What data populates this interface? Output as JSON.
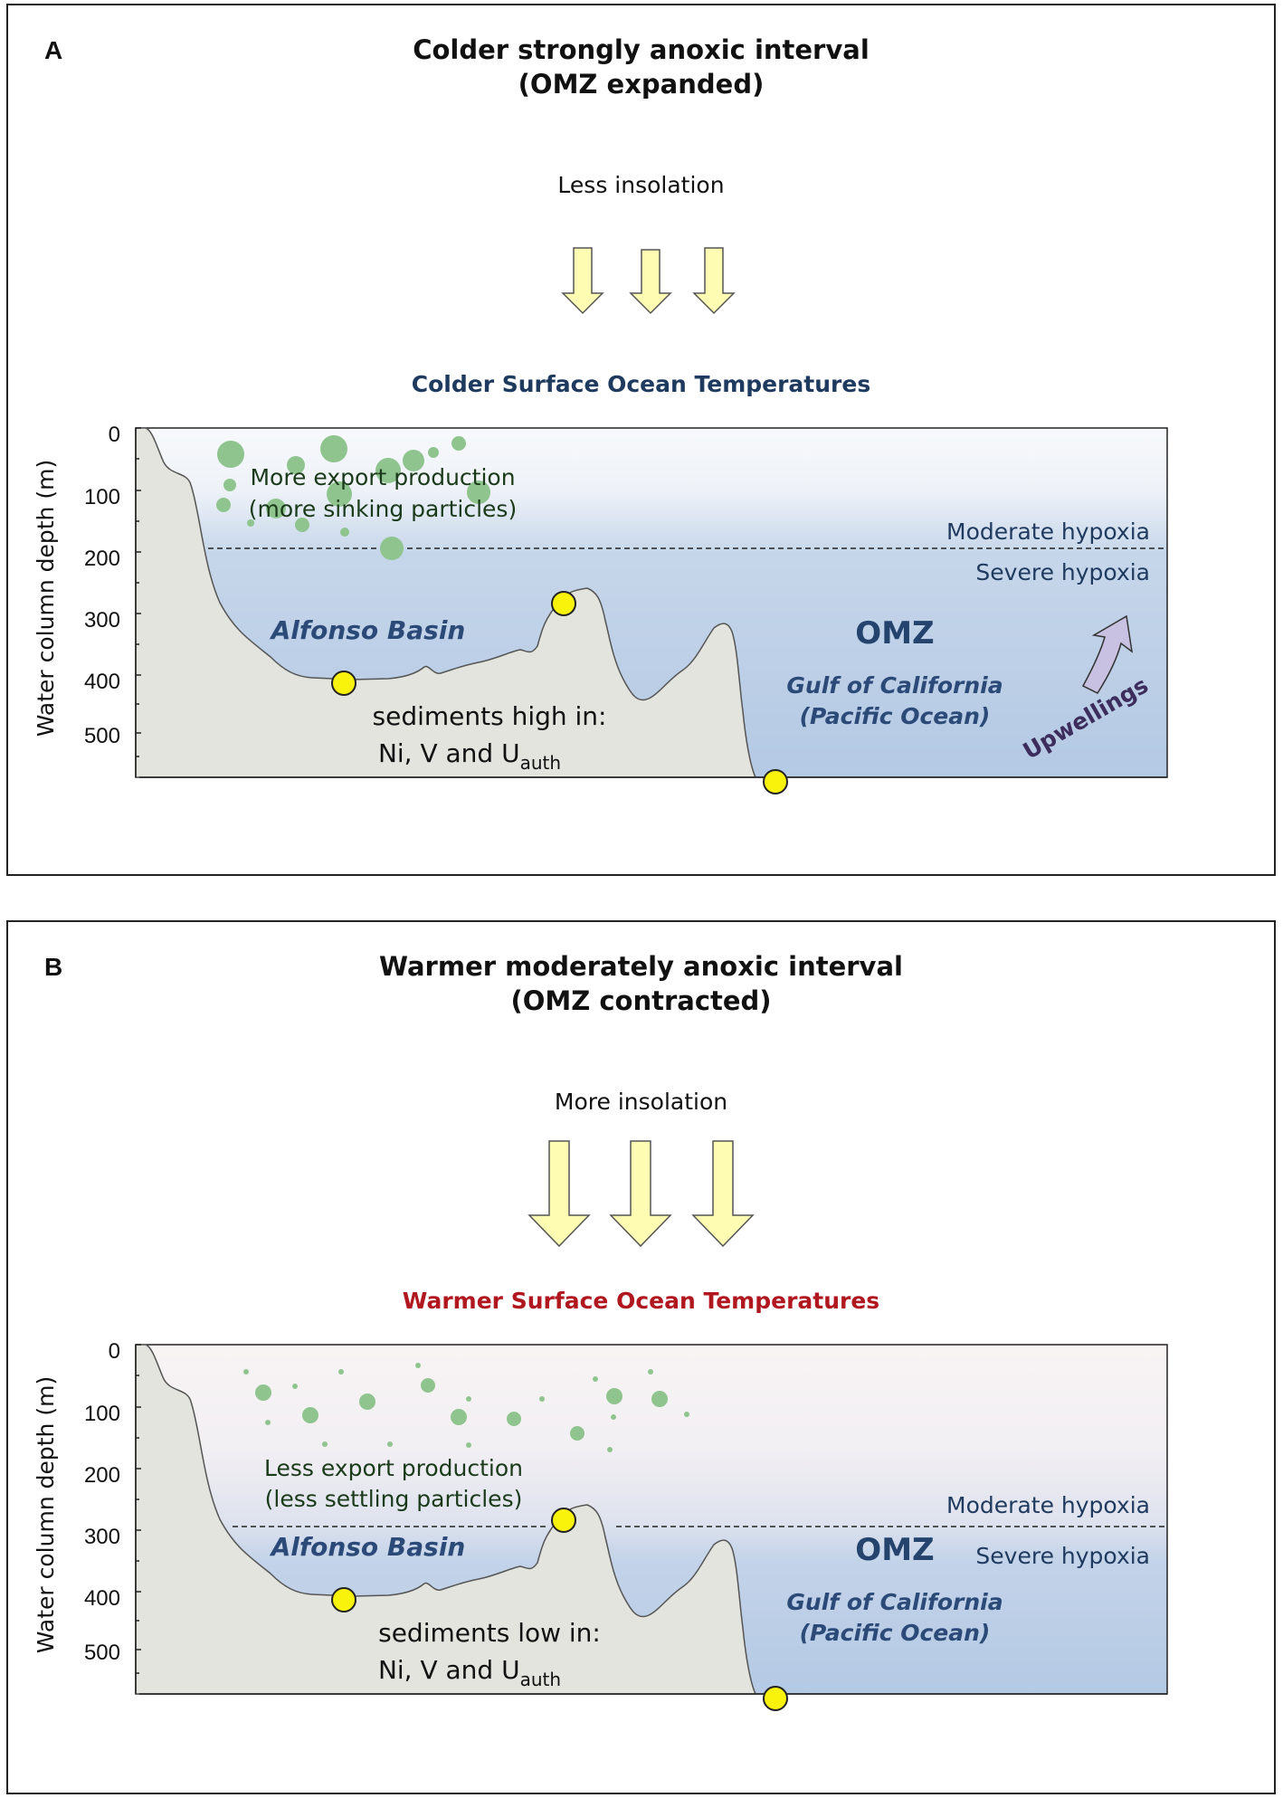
{
  "colors": {
    "cold_label": "#1f3a5f",
    "warm_label": "#b0171f",
    "ocean_blue": "#b9cde6",
    "ocean_light_a": "#f4f7fb",
    "ocean_light_b": "#f6f2f2",
    "seabed": "#e2e4dd",
    "seabed_line": "#555555",
    "sun_arrow_fill": "#fdfcb2",
    "site_marker": "#f9f20a",
    "plankton": "#8fc48f",
    "text_dark_blue": "#1f3a5f",
    "upwelling_arrow": "#c9c1e2",
    "upwelling_text": "#3d2d5c"
  },
  "panel_a": {
    "letter": "A",
    "title_line1": "Colder strongly anoxic interval",
    "title_line2": "(OMZ expanded)",
    "insolation": "Less insolation",
    "surface_label": "Colder Surface Ocean Temperatures",
    "y_axis_title": "Water column depth (m)",
    "depth_ticks": [
      "0",
      "100",
      "200",
      "300",
      "400",
      "500"
    ],
    "production_line1": "More export production",
    "production_line2": "(more sinking particles)",
    "moderate": "Moderate hypoxia",
    "severe": "Severe hypoxia",
    "basin": "Alfonso Basin",
    "omz": "OMZ",
    "gulf_line1": "Gulf of California",
    "gulf_line2": "(Pacific Ocean)",
    "upwellings": "Upwellings",
    "sediments_line1": "sediments high in:",
    "sediments_line2_main": "Ni, V and U",
    "sediments_line2_sub": "auth"
  },
  "panel_b": {
    "letter": "B",
    "title_line1": "Warmer moderately anoxic interval",
    "title_line2": "(OMZ contracted)",
    "insolation": "More insolation",
    "surface_label": "Warmer Surface Ocean Temperatures",
    "y_axis_title": "Water column depth (m)",
    "depth_ticks": [
      "0",
      "100",
      "200",
      "300",
      "400",
      "500"
    ],
    "production_line1": "Less export production",
    "production_line2": "(less settling particles)",
    "moderate": "Moderate hypoxia",
    "severe": "Severe hypoxia",
    "basin": "Alfonso Basin",
    "omz": "OMZ",
    "gulf_line1": "Gulf of California",
    "gulf_line2": "(Pacific Ocean)",
    "sediments_line1": "sediments low in:",
    "sediments_line2_main": "Ni, V and U",
    "sediments_line2_sub": "auth"
  }
}
